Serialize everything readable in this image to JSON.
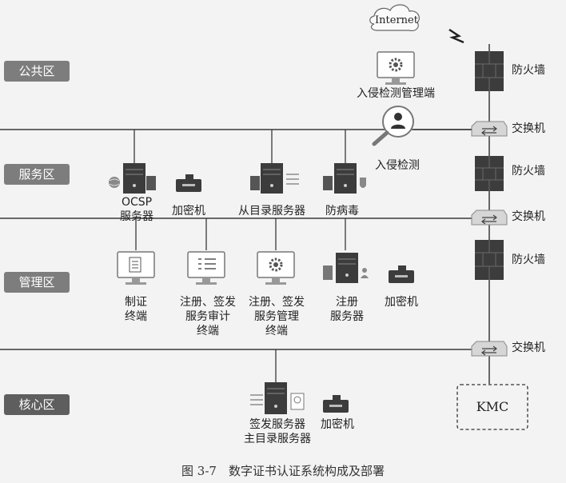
{
  "zones": {
    "public": "公共区",
    "service": "服务区",
    "management": "管理区",
    "core": "核心区"
  },
  "internet": "Internet",
  "labels": {
    "ids_manager": "入侵检测管理端",
    "ids": "入侵检测",
    "firewall_1": "防火墙",
    "switch_1": "交换机",
    "firewall_2": "防火墙",
    "switch_2": "交换机",
    "firewall_3": "防火墙",
    "switch_3": "交换机",
    "ocsp": "OCSP\n服务器",
    "encryptor_service": "加密机",
    "slave_directory": "从目录服务器",
    "antivirus": "防病毒",
    "cert_terminal": "制证\n终端",
    "audit_terminal": "注册、签发\n服务审计\n终端",
    "mgmt_terminal": "注册、签发\n服务管理\n终端",
    "registration_server": "注册\n服务器",
    "encryptor_mgmt": "加密机",
    "issuing_server": "签发服务器\n主目录服务器",
    "encryptor_core": "加密机",
    "kmc": "KMC"
  },
  "caption": "图 3-7　数字证书认证系统构成及部署",
  "colors": {
    "badge_light": "#7d7d7d",
    "badge_dark": "#5e5e5e",
    "line": "#3a3a3a",
    "device": "#3c3c3c"
  }
}
